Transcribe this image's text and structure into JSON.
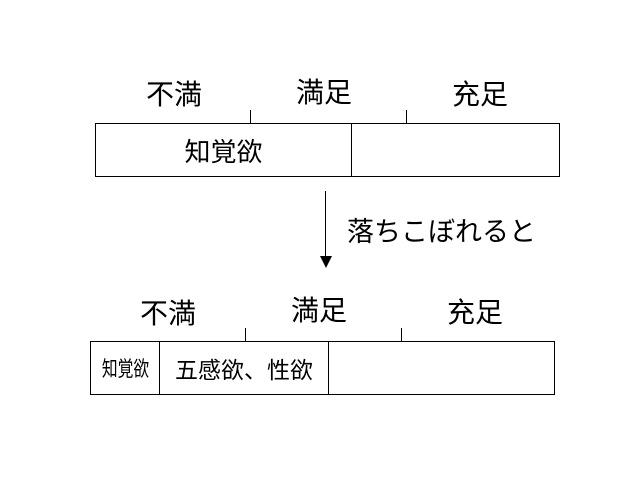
{
  "top": {
    "scale_labels": [
      "不満",
      "満足",
      "充足"
    ],
    "bar_segments": [
      "知覚欲",
      ""
    ]
  },
  "transition_label": "落ちこぼれると",
  "bottom": {
    "scale_labels": [
      "不満",
      "満足",
      "充足"
    ],
    "bar_segments": [
      "知覚欲",
      "五感欲、性欲",
      ""
    ]
  }
}
